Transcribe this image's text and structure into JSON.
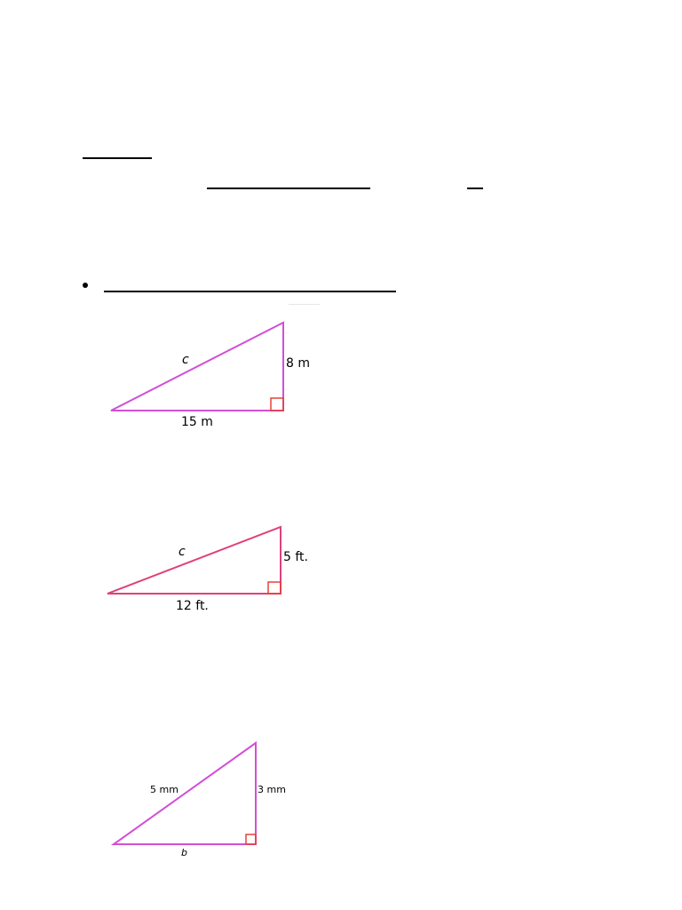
{
  "colors": {
    "magenta": "#d24fd6",
    "pink": "#e0407c",
    "right_angle_marker": "#e8403a"
  },
  "figures": [
    {
      "hypotenuse_label": "c",
      "vertical_leg_label": "8 m",
      "horizontal_leg_label": "15 m"
    },
    {
      "hypotenuse_label": "c",
      "vertical_leg_label": "5 ft.",
      "horizontal_leg_label": "12 ft."
    },
    {
      "hypotenuse_label": "5 mm",
      "vertical_leg_label": "3 mm",
      "horizontal_leg_label": "b"
    }
  ]
}
